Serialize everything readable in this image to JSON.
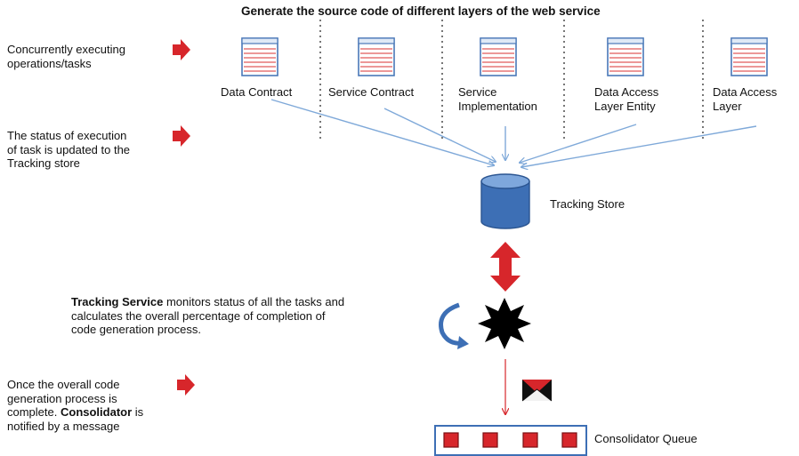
{
  "title": "Generate the source code of different layers of the web service",
  "left_notes": {
    "concurrent": [
      "Concurrently executing",
      "operations/tasks"
    ],
    "status": [
      "The status of execution",
      "of task is updated to the",
      "Tracking store"
    ],
    "once_1": [
      "Once the overall code",
      "generation process is",
      "complete. "
    ],
    "once_bold": "Consolidator",
    "once_2": " is",
    "once_3": "notified by a message"
  },
  "tasks": [
    {
      "line1": "Data Contract",
      "line2": ""
    },
    {
      "line1": "Service Contract",
      "line2": ""
    },
    {
      "line1": "Service",
      "line2": "Implementation"
    },
    {
      "line1": "Data Access",
      "line2": "Layer Entity"
    },
    {
      "line1": "Data Access",
      "line2": "Layer"
    }
  ],
  "tracking_store_label": "Tracking Store",
  "tracking_service": {
    "bold": "Tracking Service",
    "rest1": " monitors status of all the tasks and",
    "line2": "calculates the overall percentage of completion of",
    "line3": "code generation process."
  },
  "consolidator_queue_label": "Consolidator Queue",
  "colors": {
    "red_arrow": "#d7262b",
    "doc_border": "#4a78b8",
    "doc_lines": "#e05a5a",
    "cylinder": "#3d6fb5",
    "blue_line": "#7fa9d9"
  }
}
